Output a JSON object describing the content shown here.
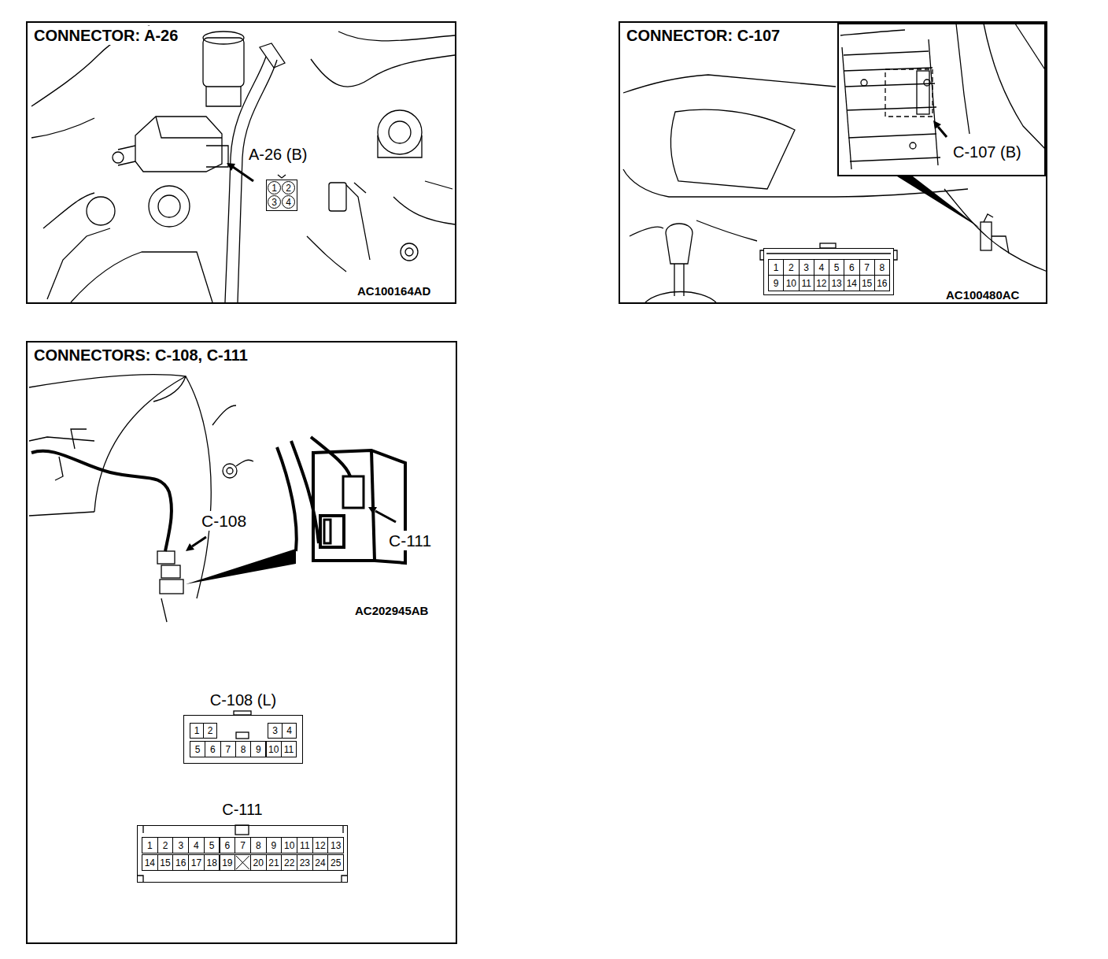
{
  "diagram": {
    "nodes": [
      {
        "text": [
          "CONNECTOR: A-26"
        ]
      },
      {
        "text": [
          "1",
          "2",
          "3",
          "4"
        ],
        "in": 0
      },
      {
        "text": [
          "CONNECTOR: C-107"
        ]
      },
      {
        "text": [
          "C-107 (B)"
        ],
        "in": 2
      },
      {
        "text": [
          "1",
          "2",
          "3",
          "4",
          "5",
          "6",
          "7",
          "8",
          "9",
          "10",
          "11",
          "12",
          "13",
          "14",
          "15",
          "16"
        ],
        "in": 2
      },
      {
        "text": [
          "CONNECTORS: C-108, C-111"
        ]
      },
      {
        "text": [
          "C-108 (L)",
          "1",
          "2",
          "3",
          "4",
          "5",
          "6",
          "7",
          "8",
          "9",
          "10",
          "11"
        ],
        "in": 5
      },
      {
        "text": [
          "C-111",
          "1",
          "2",
          "3",
          "4",
          "5",
          "6",
          "7",
          "8",
          "9",
          "10",
          "11",
          "12",
          "13",
          "14",
          "15",
          "16",
          "17",
          "18",
          "19",
          "20",
          "21",
          "22",
          "23",
          "24",
          "25"
        ],
        "in": 5
      }
    ],
    "labels": [
      "A-26 (B)",
      "AC100164AD",
      "AC100480AC",
      "C-108",
      "C-111",
      "AC202945AB"
    ]
  }
}
